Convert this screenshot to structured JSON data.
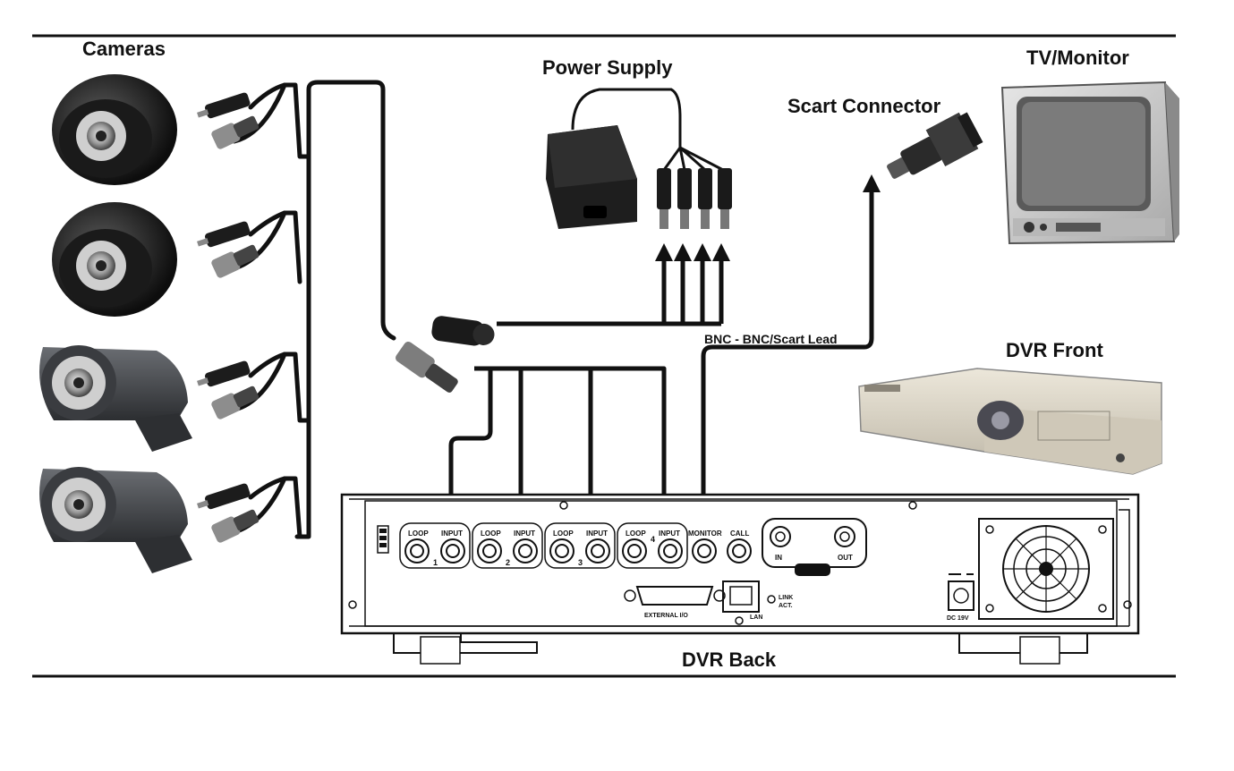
{
  "labels": {
    "cameras": "Cameras",
    "power_supply": "Power Supply",
    "scart_connector": "Scart Connector",
    "tv_monitor": "TV/Monitor",
    "dvr_front": "DVR Front",
    "dvr_back": "DVR Back",
    "lead": "BNC - BNC/Scart Lead"
  },
  "dvr_back_panel": {
    "loop": "LOOP",
    "input": "INPUT",
    "channels": [
      "1",
      "2",
      "3",
      "4"
    ],
    "monitor": "MONITOR",
    "call": "CALL",
    "in": "IN",
    "out": "OUT",
    "external_io": "EXTERNAL I/O",
    "lan": "LAN",
    "link": "LINK",
    "act": "ACT.",
    "dc": "DC 19V"
  },
  "colors": {
    "cable": "#111111",
    "device_body": "#2a2a2a",
    "panel_fill": "#ffffff",
    "dvr_front_body": "#d8d2c4"
  }
}
